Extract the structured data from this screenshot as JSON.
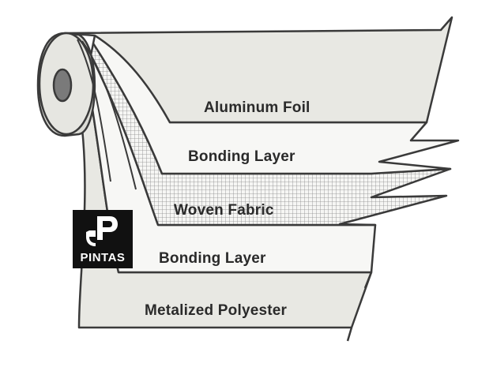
{
  "layers": [
    {
      "id": "aluminum-foil",
      "label": "Aluminum Foil"
    },
    {
      "id": "bonding-layer-top",
      "label": "Bonding Layer"
    },
    {
      "id": "woven-fabric",
      "label": "Woven Fabric"
    },
    {
      "id": "bonding-layer-bottom",
      "label": "Bonding Layer"
    },
    {
      "id": "metalized-polyester",
      "label": "Metalized Polyester"
    }
  ],
  "logo": {
    "text": "PINTAS"
  },
  "colors": {
    "layer_fill": "#e8e8e3",
    "outline": "#3a3a3a",
    "mesh": "#8a8a8a",
    "logo_bg": "#111111"
  }
}
